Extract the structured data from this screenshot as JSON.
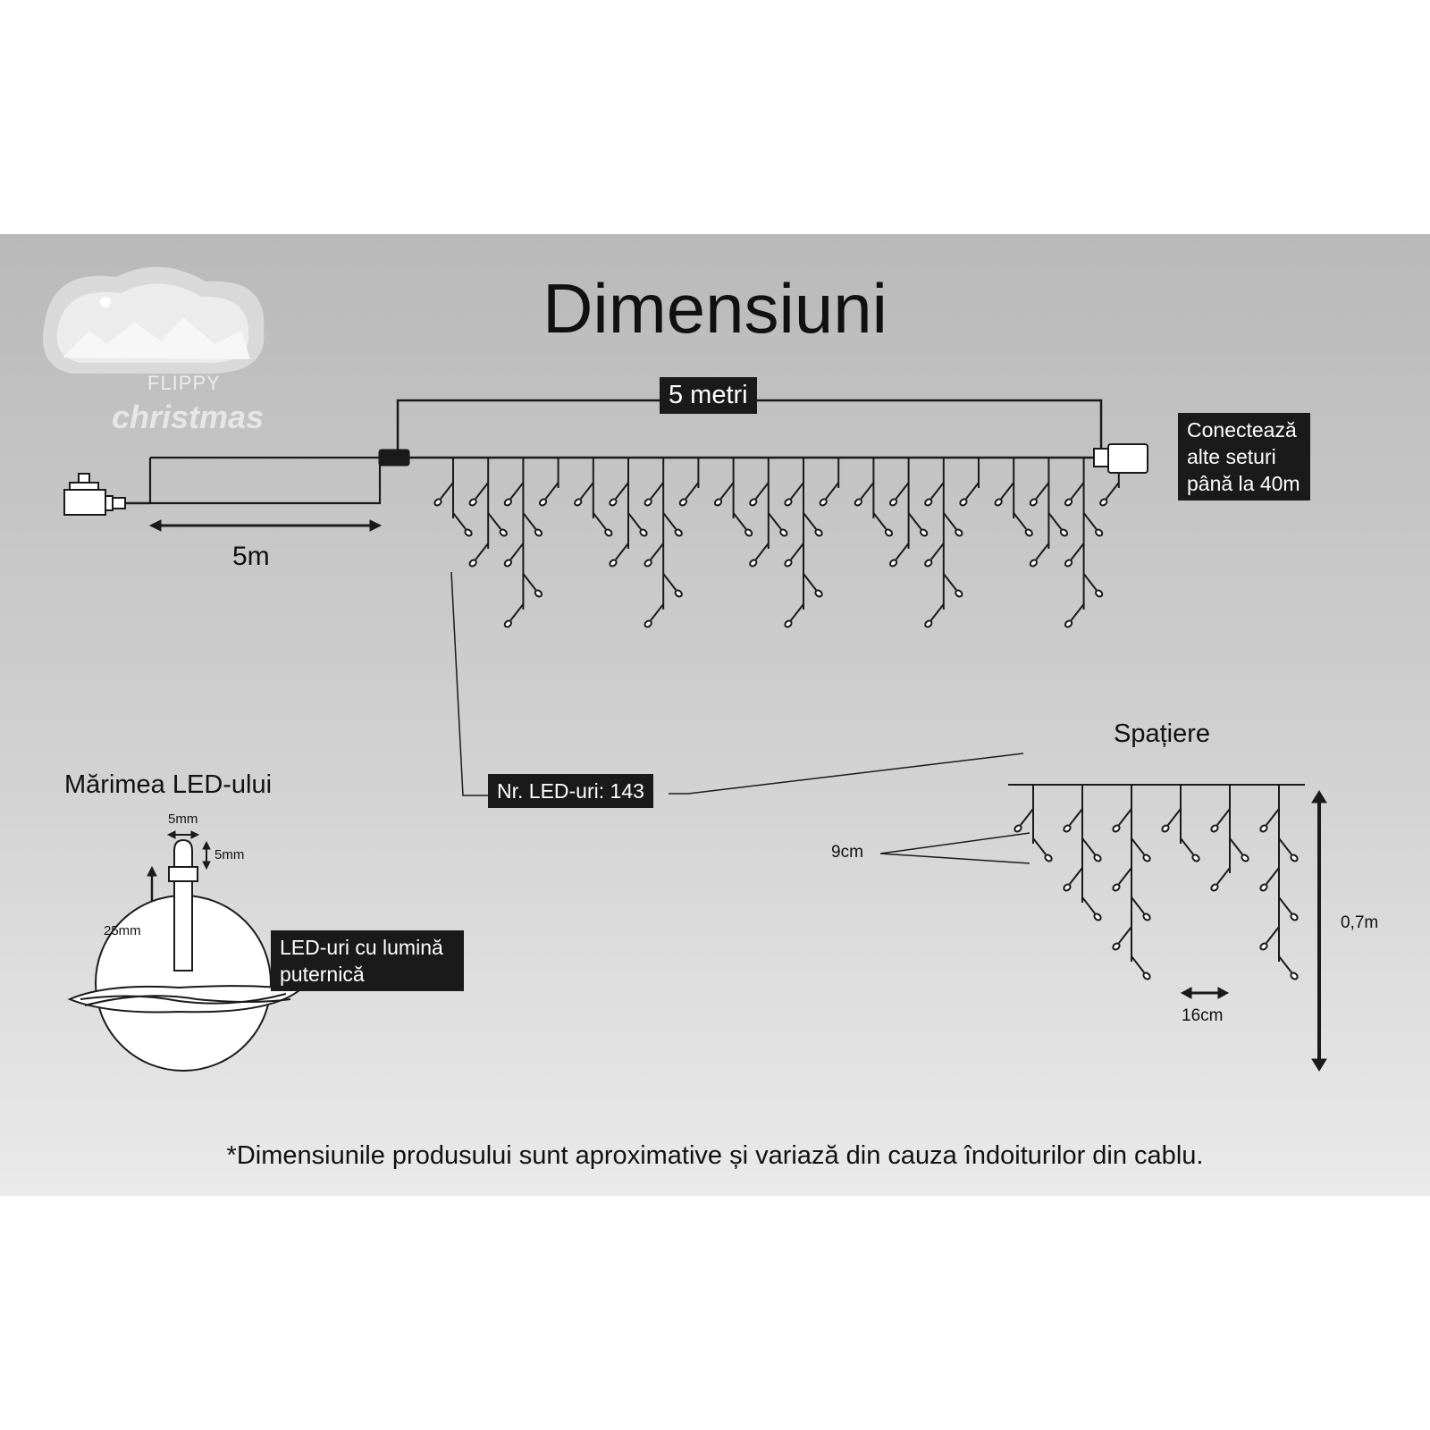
{
  "title": "Dimensiuni",
  "logo": {
    "line1": "FLIPPY",
    "line2": "christmas"
  },
  "length_label": "5 metri",
  "connect_label": "Conectează alte seturi până la 40m",
  "cable_label": "5m",
  "led_count_label": "Nr. LED-uri: 143",
  "led_size": {
    "heading": "Mărimea LED-ului",
    "width_label": "5mm",
    "height_label": "5mm",
    "stem_label": "25mm",
    "description": "LED-uri cu lumină puternică"
  },
  "spacing": {
    "heading": "Spațiere",
    "vertical_label": "9cm",
    "horizontal_label": "16cm",
    "height_label": "0,7m"
  },
  "footnote": "*Dimensiunile produsului sunt aproximative și variază din cauza îndoiturilor din cablu.",
  "colors": {
    "panel": "#c8c8c8",
    "ink": "#1a1a1a",
    "box": "#1a1a1a",
    "box_text": "#ffffff"
  },
  "icons": [
    "power-adapter-icon",
    "plug-icon",
    "end-socket-icon",
    "led-bulb-icon"
  ]
}
